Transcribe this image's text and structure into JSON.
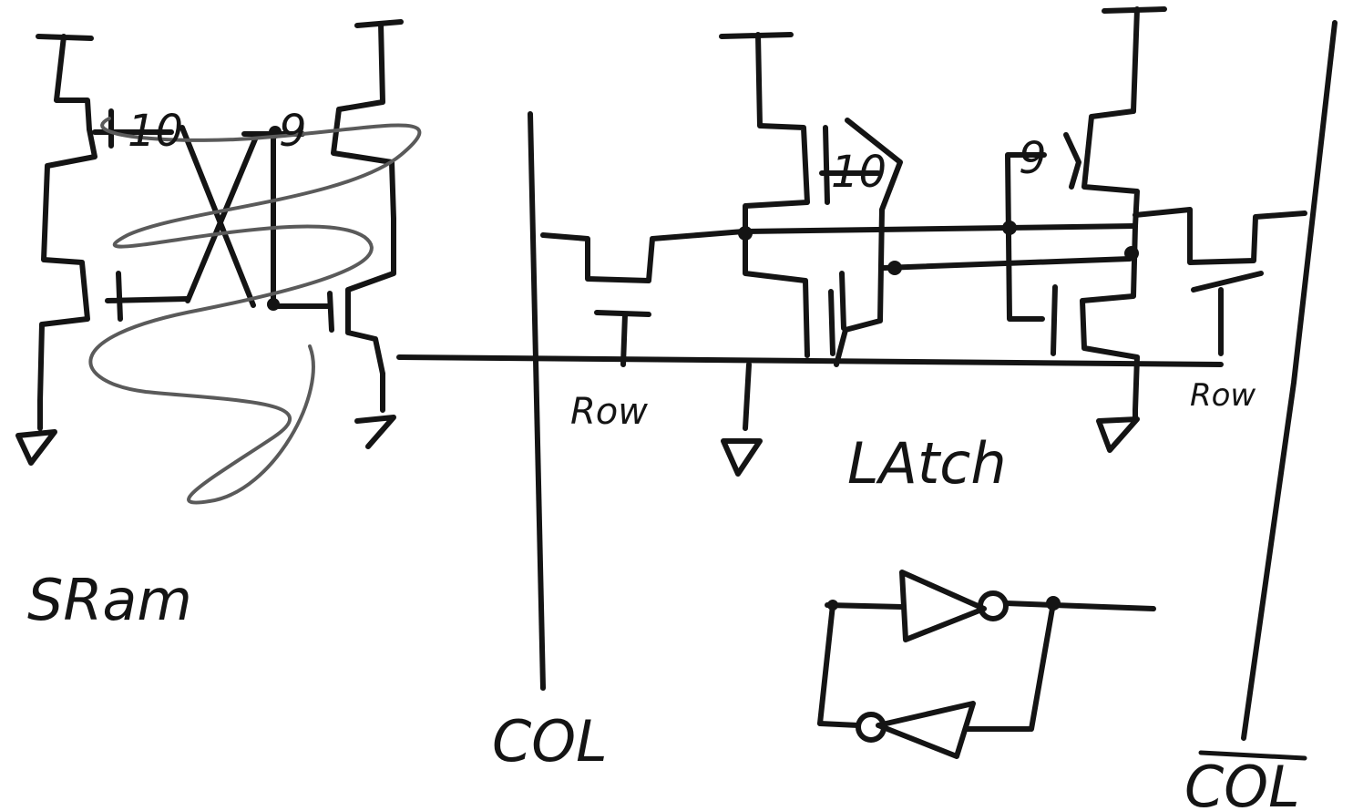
{
  "labels": {
    "sram": "SRam",
    "latch": "LAtch",
    "col": "COL",
    "col_bar": "COL",
    "row_left": "Row",
    "row_right": "Row",
    "t1_sram": "10",
    "t2_sram": "9",
    "t1_latch": "10",
    "t2_latch": "9"
  }
}
